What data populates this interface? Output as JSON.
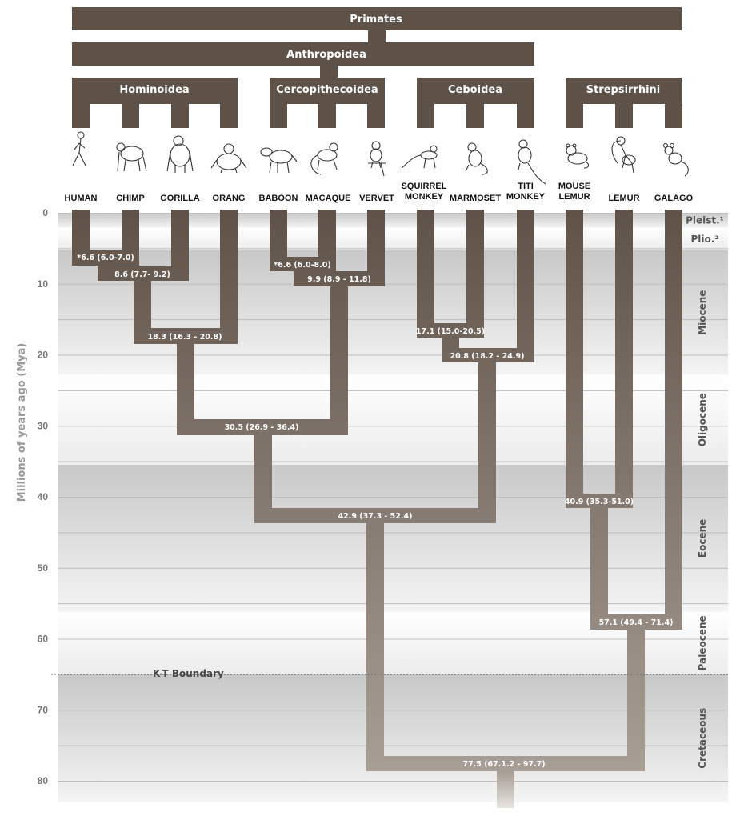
{
  "groups": {
    "primates": "Primates",
    "anthropoidea": "Anthropoidea",
    "hominoidea": "Hominoidea",
    "cercopithecoidea": "Cercopithecoidea",
    "ceboidea": "Ceboidea",
    "strepsirrhini": "Strepsirrhini"
  },
  "species": [
    {
      "id": "human",
      "lines": [
        "HUMAN"
      ]
    },
    {
      "id": "chimp",
      "lines": [
        "CHIMP"
      ]
    },
    {
      "id": "gorilla",
      "lines": [
        "GORILLA"
      ]
    },
    {
      "id": "orang",
      "lines": [
        "ORANG"
      ]
    },
    {
      "id": "baboon",
      "lines": [
        "BABOON"
      ]
    },
    {
      "id": "macaque",
      "lines": [
        "MACAQUE"
      ]
    },
    {
      "id": "vervet",
      "lines": [
        "VERVET"
      ]
    },
    {
      "id": "squirrel-monkey",
      "lines": [
        "SQUIRREL",
        "MONKEY"
      ]
    },
    {
      "id": "marmoset",
      "lines": [
        "MARMOSET"
      ]
    },
    {
      "id": "titi-monkey",
      "lines": [
        "TITI",
        "MONKEY"
      ]
    },
    {
      "id": "mouse-lemur",
      "lines": [
        "MOUSE",
        "LEMUR"
      ]
    },
    {
      "id": "lemur",
      "lines": [
        "LEMUR"
      ]
    },
    {
      "id": "galago",
      "lines": [
        "GALAGO"
      ]
    }
  ],
  "divergences": [
    {
      "id": "human-chimp",
      "mya": 6.6,
      "label": "*6.6 (6.0-7.0)"
    },
    {
      "id": "chimp-gorilla",
      "mya": 8.6,
      "label": "8.6 (7.7- 9.2)"
    },
    {
      "id": "african-orang",
      "mya": 18.3,
      "label": "18.3 (16.3 - 20.8)"
    },
    {
      "id": "baboon-macaque",
      "mya": 6.6,
      "label": "*6.6 (6.0-8.0)"
    },
    {
      "id": "papionini-vervet",
      "mya": 9.9,
      "label": "9.9 (8.9 - 11.8)"
    },
    {
      "id": "hominoid-cercopithecoid",
      "mya": 30.5,
      "label": "30.5 (26.9 - 36.4)"
    },
    {
      "id": "squirrel-marmoset",
      "mya": 17.1,
      "label": "17.1 (15.0-20.5)"
    },
    {
      "id": "ceboid-titi",
      "mya": 20.8,
      "label": "20.8 (18.2 - 24.9)"
    },
    {
      "id": "catarrhine-platyrrhine",
      "mya": 42.9,
      "label": "42.9 (37.3 - 52.4)"
    },
    {
      "id": "mouselemur-lemur",
      "mya": 40.9,
      "label": "40.9 (35.3-51.0)"
    },
    {
      "id": "lemuroid-galago",
      "mya": 57.1,
      "label": "57.1 (49.4 - 71.4)"
    },
    {
      "id": "anthropoid-strepsirrhine",
      "mya": 77.5,
      "label": "77.5 (67.1.2 - 97.7)"
    }
  ],
  "axis": {
    "title": "Millions of years ago (Mya)",
    "ticks": [
      0,
      10,
      20,
      30,
      40,
      50,
      60,
      70,
      80
    ],
    "range": [
      0,
      83
    ]
  },
  "epochs": [
    {
      "name": "Pleist.¹",
      "start": 0,
      "end": 2.1,
      "shade": "gray"
    },
    {
      "name": "Plio.²",
      "start": 2.1,
      "end": 5.3,
      "shade": "white"
    },
    {
      "name": "Miocene",
      "start": 5.3,
      "end": 22.8,
      "shade": "gray"
    },
    {
      "name": "Oligocene",
      "start": 22.8,
      "end": 35.5,
      "shade": "white"
    },
    {
      "name": "Eocene",
      "start": 35.5,
      "end": 56.2,
      "shade": "gray"
    },
    {
      "name": "Paleocene",
      "start": 56.2,
      "end": 65,
      "shade": "white"
    },
    {
      "name": "Cretaceous",
      "start": 65,
      "end": 83,
      "shade": "gray"
    }
  ],
  "boundary": {
    "label": "K-T Boundary",
    "mya": 65
  },
  "colors": {
    "bar": "#5e5148",
    "branch_top": "#5f5249",
    "branch_bottom": "#a9a097",
    "band_gray": "#cfcfcf"
  }
}
